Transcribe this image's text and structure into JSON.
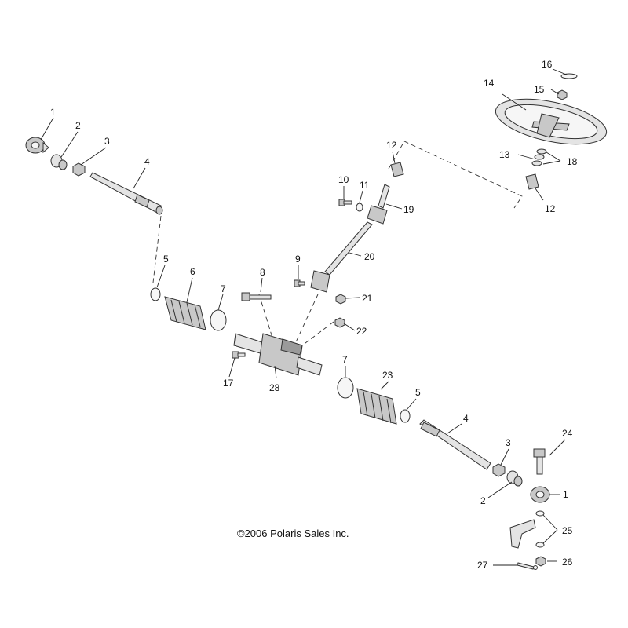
{
  "diagram": {
    "copyright": "©2006 Polaris Sales Inc.",
    "callouts": [
      "1",
      "2",
      "3",
      "4",
      "5",
      "6",
      "7",
      "8",
      "9",
      "10",
      "11",
      "12",
      "13",
      "14",
      "15",
      "16",
      "17",
      "18",
      "19",
      "20",
      "21",
      "22",
      "23",
      "24",
      "25",
      "26",
      "27",
      "28"
    ]
  }
}
